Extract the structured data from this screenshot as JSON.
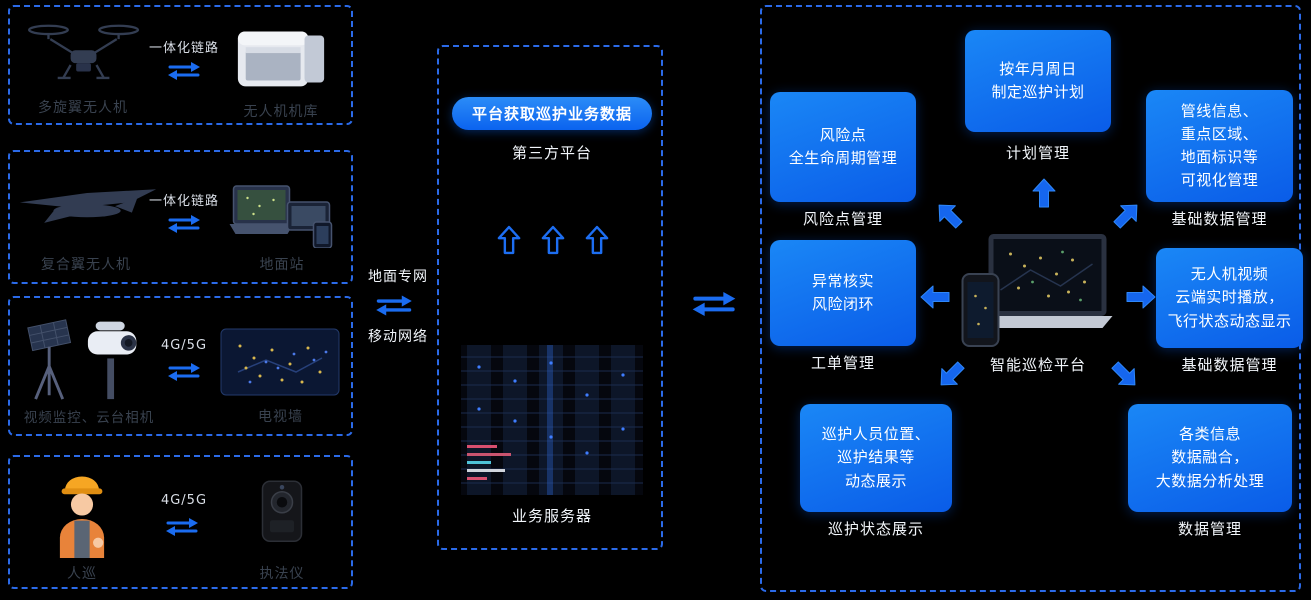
{
  "colors": {
    "background": "#000000",
    "accent_blue": "#1b6cf0",
    "dashed_border": "#2b6ae8",
    "node_gradient_start": "#1a87f6",
    "node_gradient_end": "#0a5ce8",
    "white_text": "#f2f6fb",
    "dark_caption": "#39424f"
  },
  "icons": {
    "sync_arrows": "two opposing horizontal arrows (data exchange)",
    "hollow_up_arrow": "outlined block arrow pointing up",
    "solid_block_arrow": "filled blue block arrow radiating from hub"
  },
  "left_panel": {
    "sections": [
      {
        "device_label": "多旋翼无人机",
        "link_label": "一体化链路",
        "target_label": "无人机机库"
      },
      {
        "device_label": "复合翼无人机",
        "link_label": "一体化链路",
        "target_label": "地面站"
      },
      {
        "device_label": "视频监控、云台相机",
        "link_label": "4G/5G",
        "target_label": "电视墙"
      },
      {
        "device_label": "人巡",
        "link_label": "4G/5G",
        "target_label": "执法仪"
      }
    ]
  },
  "network_link": {
    "top_label": "地面专网",
    "bottom_label": "移动网络"
  },
  "third_party": {
    "banner": "平台获取巡护业务数据",
    "platform_label": "第三方平台",
    "server_label": "业务服务器"
  },
  "platform": {
    "center_label": "智能巡检平台",
    "nodes": {
      "plan": {
        "text": "按年月周日\n制定巡护计划",
        "label": "计划管理"
      },
      "risk": {
        "text": "风险点\n全生命周期管理",
        "label": "风险点管理"
      },
      "workorder": {
        "text": "异常核实\n风险闭环",
        "label": "工单管理"
      },
      "basic": {
        "text": "管线信息、\n重点区域、\n地面标识等\n可视化管理",
        "label": "基础数据管理"
      },
      "video": {
        "text": "无人机视频\n云端实时播放，\n飞行状态动态显示",
        "label": "基础数据管理"
      },
      "patrol": {
        "text": "巡护人员位置、\n巡护结果等\n动态展示",
        "label": "巡护状态展示"
      },
      "data": {
        "text": "各类信息\n数据融合，\n大数据分析处理",
        "label": "数据管理"
      }
    }
  }
}
